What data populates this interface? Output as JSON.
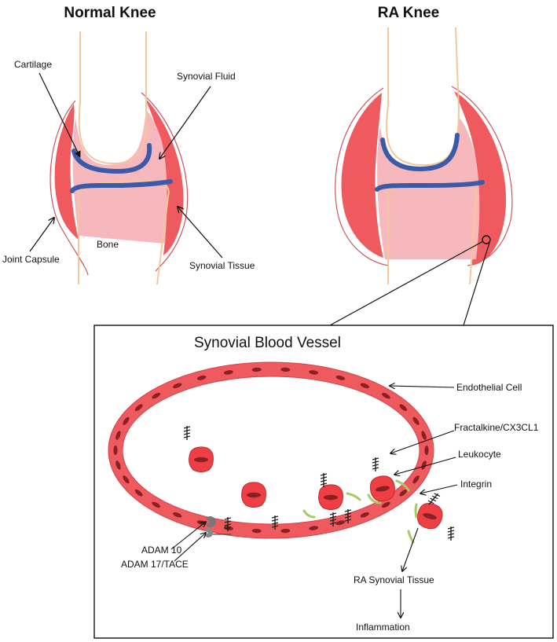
{
  "normal_knee": {
    "title": "Normal Knee",
    "labels": {
      "cartilage": "Cartilage",
      "synovial_fluid": "Synovial Fluid",
      "bone": "Bone",
      "joint_capsule": "Joint Capsule",
      "synovial_tissue": "Synovial Tissue"
    }
  },
  "ra_knee": {
    "title": "RA Knee"
  },
  "vessel_panel": {
    "title": "Synovial Blood Vessel",
    "labels": {
      "endothelial_cell": "Endothelial Cell",
      "fractalkine": "Fractalkine/CX3CL1",
      "leukocyte": "Leukocyte",
      "integrin": "Integrin",
      "adam10": "ADAM 10",
      "adam17": "ADAM 17/TACE",
      "ra_synovial_tissue": "RA Synovial Tissue",
      "inflammation": "Inflammation"
    }
  },
  "colors": {
    "synovial_tissue": "#ef5a5f",
    "synovial_fluid": "#f7b8bd",
    "cartilage": "#3b5aa8",
    "bone_outline": "#f3c79b",
    "capsule_outline": "#c9565e",
    "nucleus": "#8a1f24",
    "green_integrin": "#a6c96a"
  }
}
